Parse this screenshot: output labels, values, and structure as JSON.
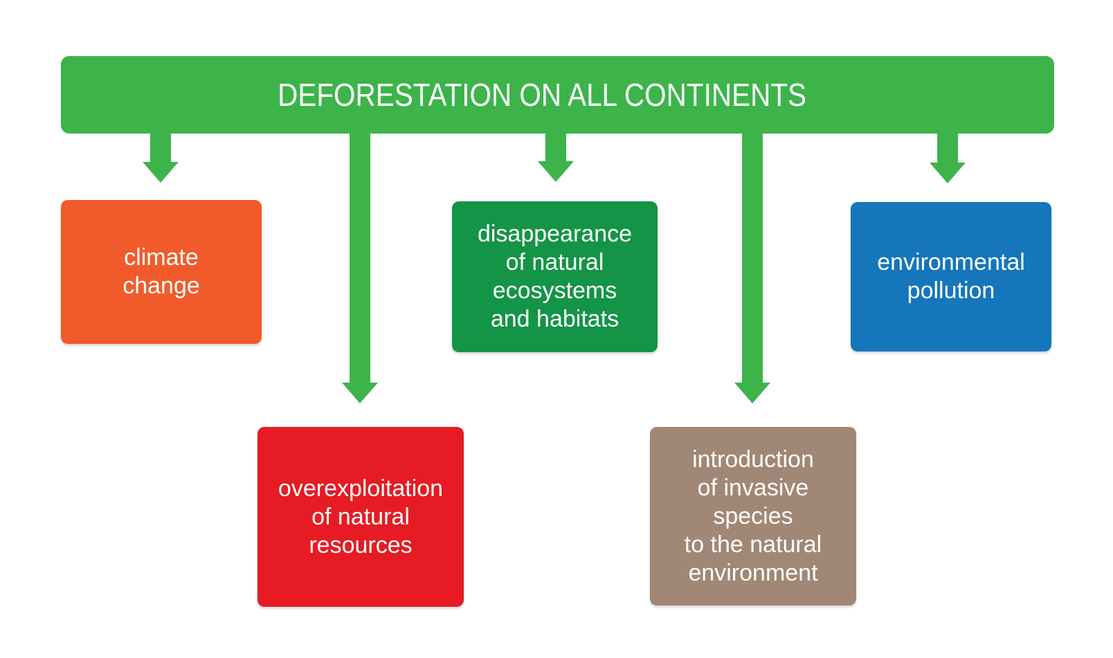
{
  "title": "DEFORESTATION ON ALL CONTINENTS",
  "colors": {
    "header_green": "#3CB44A",
    "arrow_green": "#3CB44A",
    "text": "#FFFFFF",
    "orange": "#F15B2B",
    "red": "#E61B23",
    "dark_green": "#149447",
    "taupe": "#A18775",
    "blue": "#1576BC"
  },
  "boxes": [
    {
      "id": "climate-change",
      "text": "climate\nchange",
      "color": "#F15B2B"
    },
    {
      "id": "overexploitation-of-natural-resources",
      "text": "overexploitation\nof natural\nresources",
      "color": "#E61B23"
    },
    {
      "id": "disappearance-of-natural-ecosystems-and-habitats",
      "text": "disappearance\nof natural\necosystems\nand habitats",
      "color": "#149447"
    },
    {
      "id": "introduction-of-invasive-species",
      "text": "introduction\nof invasive\nspecies\nto the natural\nenvironment",
      "color": "#A18775"
    },
    {
      "id": "environmental-pollution",
      "text": "environmental\npollution",
      "color": "#1576BC"
    }
  ]
}
